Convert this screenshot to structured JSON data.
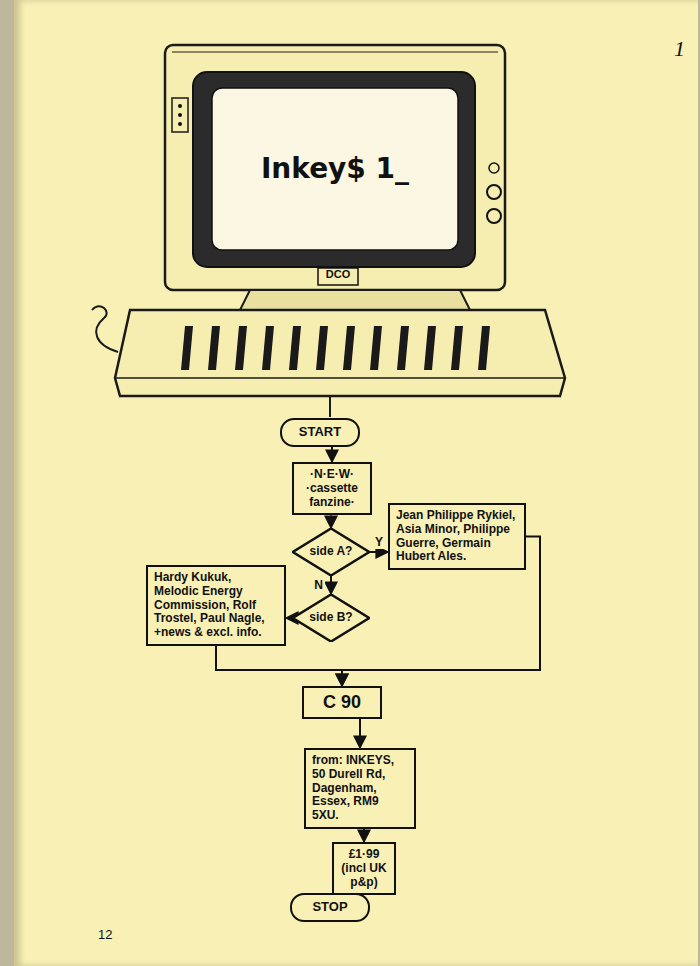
{
  "diagram": {
    "nodes": [
      {
        "text": [
          "Inkey$ 1_"
        ]
      },
      {
        "text": [
          "START"
        ]
      },
      {
        "text": [
          "·N·E·W· ·cassette fanzine·"
        ]
      },
      {
        "text": [
          "side A?"
        ]
      },
      {
        "text": [
          "Jean Philippe Rykiel, Asia Minor, Philippe Guerre, Germain Hubert Ales."
        ]
      },
      {
        "text": [
          "side B?"
        ]
      },
      {
        "text": [
          "Hardy Kukuk, Melodic Energy Commission, Rolf Trostel, Paul Nagle, +news & excl. info."
        ]
      },
      {
        "text": [
          "C 90"
        ]
      },
      {
        "text": [
          "from: INKEYS, 50 Durell Rd, Dagenham, Essex, RM9 5XU."
        ]
      },
      {
        "text": [
          "£1·99 (incl UK p&p)"
        ]
      },
      {
        "text": [
          "STOP"
        ]
      }
    ],
    "edges": [
      {
        "from": 1,
        "to": 2,
        "arrow": "to"
      },
      {
        "from": 2,
        "to": 3,
        "arrow": "to"
      },
      {
        "from": 3,
        "to": 4,
        "label": "Y",
        "arrow": "to"
      },
      {
        "from": 3,
        "to": 5,
        "label": "N",
        "arrow": "to"
      },
      {
        "from": 5,
        "to": 6,
        "arrow": "to"
      },
      {
        "from": 4,
        "to": 7,
        "arrow": "to"
      },
      {
        "from": 6,
        "to": 7,
        "arrow": "to"
      },
      {
        "from": 7,
        "to": 8,
        "arrow": "to"
      },
      {
        "from": 8,
        "to": 9,
        "arrow": "to"
      },
      {
        "from": 9,
        "to": 10,
        "arrow": "to"
      }
    ],
    "labels": [
      "DCO",
      "12",
      "1"
    ]
  }
}
